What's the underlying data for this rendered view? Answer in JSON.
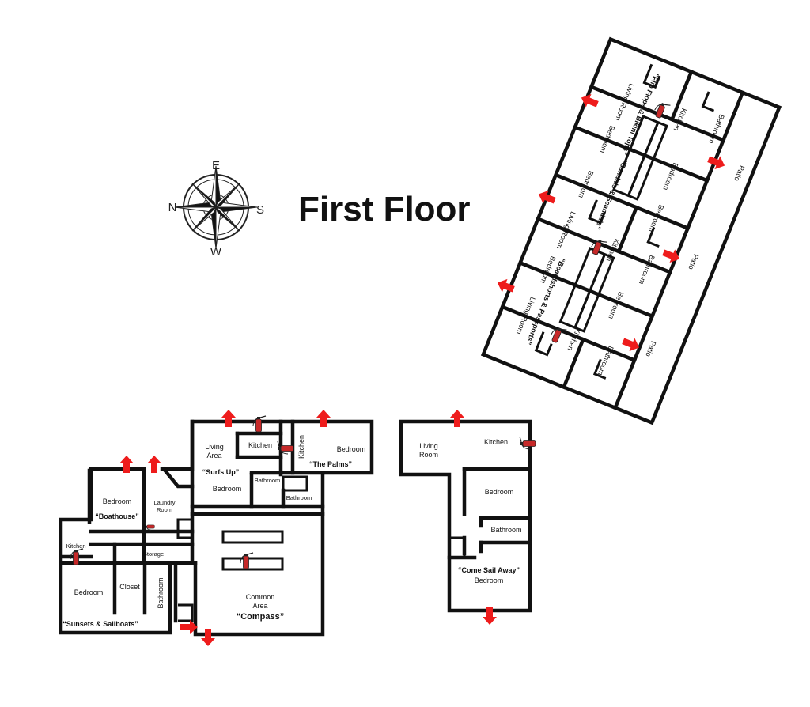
{
  "title": "First Floor",
  "compass": {
    "north": "N",
    "east": "E",
    "south": "S",
    "west": "W"
  },
  "units": {
    "boathouse": {
      "name": "“Boathouse”",
      "bedroom": "Bedroom",
      "laundry": "Laundry Room",
      "storage": "Storage"
    },
    "sunsets": {
      "name": "“Sunsets & Sailboats”",
      "kitchen": "Kitchen",
      "bedroom": "Bedroom",
      "closet": "Closet",
      "bathroom": "Bathroom"
    },
    "surfs_up": {
      "name": "“Surfs Up”",
      "living": "Living Area",
      "kitchen": "Kitchen",
      "bathroom": "Bathroom",
      "bedroom": "Bedroom"
    },
    "palms": {
      "name": "“The Palms”",
      "kitchen": "Kitchen",
      "bedroom": "Bedroom",
      "bathroom": "Bathroom"
    },
    "compass_unit": {
      "name": "“Compass”",
      "common": "Common Area"
    },
    "come_sail": {
      "name": "“Come Sail Away”",
      "living": "Living Room",
      "kitchen": "Kitchen",
      "bedroom": "Bedroom",
      "bathroom": "Bathroom",
      "bedroom2": "Bedroom"
    },
    "flip_flops": {
      "name": "“Flip Flops & Bikini Tops”",
      "living": "Living Room",
      "kitchen": "Kitchen",
      "bathroom": "Bathroom",
      "bedroom": "Bedroom"
    },
    "sandals": {
      "name": "“Sandals & Scandals”",
      "bedroom_a": "Bedroom",
      "bedroom_b": "Bedroom",
      "bedroom_c": "Bedroom",
      "living": "Living Room",
      "kitchen": "Kitchen",
      "bathroom": "Bathroom"
    },
    "boardshorts": {
      "name": "“Boardshorts & Passports”",
      "bedroom_a": "Bedroom",
      "bedroom_b": "Bedroom",
      "living": "Living Room",
      "kitchen": "Kitchen",
      "bathroom": "Bathroom"
    },
    "patio": "Patio"
  },
  "colors": {
    "exit_arrow": "#ee1c1c",
    "extinguisher": "#c62828",
    "wall": "#111111"
  },
  "icons": [
    "compass-rose-icon",
    "exit-arrow-icon",
    "fire-extinguisher-icon"
  ]
}
